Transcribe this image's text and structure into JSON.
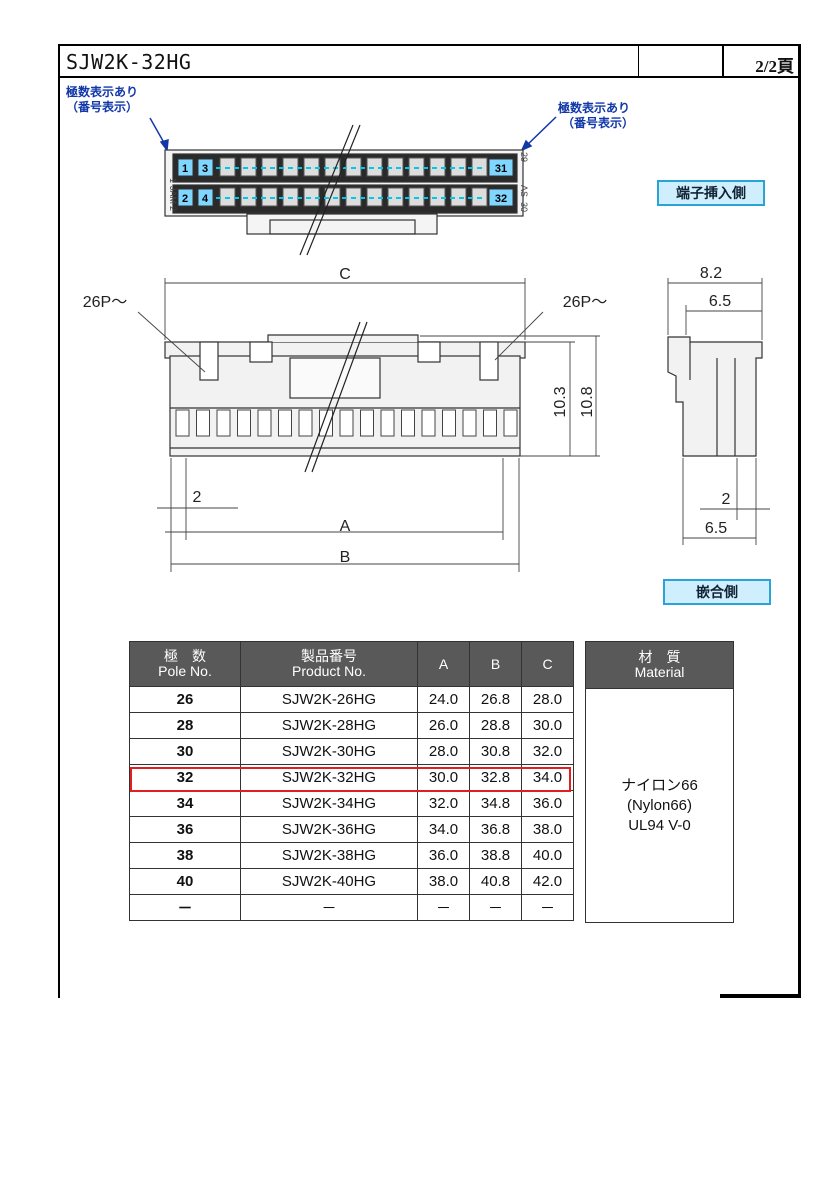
{
  "header": {
    "title": "SJW2K-32HG",
    "page": "2/2頁"
  },
  "notes": {
    "left": [
      "極数表示あり",
      "（番号表示）"
    ],
    "right": [
      "極数表示あり",
      "（番号表示）"
    ]
  },
  "labels": {
    "terminal_side": "端子挿入側",
    "mating_side": "嵌合側"
  },
  "connector_numbers": {
    "top_left_a": "1",
    "top_left_b": "3",
    "bottom_left_a": "2",
    "bottom_left_b": "4",
    "top_right": "31",
    "bottom_right": "32"
  },
  "side_text": {
    "left": "JAM",
    "left_top": "1",
    "left_bottom": "2",
    "right_top": "29",
    "right_bottom": "30",
    "right_mid": "AS"
  },
  "dims": {
    "C": "C",
    "A": "A",
    "B": "B",
    "p26_left": "26P～",
    "p26_right": "26P～",
    "h1": "10.3",
    "h2": "10.8",
    "pitch": "2",
    "side_w1": "8.2",
    "side_w2": "6.5",
    "side_w3": "2",
    "side_w4": "6.5"
  },
  "table": {
    "headers": {
      "pole_jp": "極　数",
      "pole_en": "Pole No.",
      "product_jp": "製品番号",
      "product_en": "Product No.",
      "a": "A",
      "b": "B",
      "c": "C"
    },
    "rows": [
      {
        "pole": "26",
        "product": "SJW2K-26HG",
        "a": "24.0",
        "b": "26.8",
        "c": "28.0"
      },
      {
        "pole": "28",
        "product": "SJW2K-28HG",
        "a": "26.0",
        "b": "28.8",
        "c": "30.0"
      },
      {
        "pole": "30",
        "product": "SJW2K-30HG",
        "a": "28.0",
        "b": "30.8",
        "c": "32.0"
      },
      {
        "pole": "32",
        "product": "SJW2K-32HG",
        "a": "30.0",
        "b": "32.8",
        "c": "34.0"
      },
      {
        "pole": "34",
        "product": "SJW2K-34HG",
        "a": "32.0",
        "b": "34.8",
        "c": "36.0"
      },
      {
        "pole": "36",
        "product": "SJW2K-36HG",
        "a": "34.0",
        "b": "36.8",
        "c": "38.0"
      },
      {
        "pole": "38",
        "product": "SJW2K-38HG",
        "a": "36.0",
        "b": "38.8",
        "c": "40.0"
      },
      {
        "pole": "40",
        "product": "SJW2K-40HG",
        "a": "38.0",
        "b": "40.8",
        "c": "42.0"
      },
      {
        "pole": "－",
        "product": "－",
        "a": "－",
        "b": "－",
        "c": "－"
      }
    ],
    "highlight_pole": "32"
  },
  "material": {
    "header_jp": "材　質",
    "header_en": "Material",
    "lines": [
      "ナイロン66",
      "(Nylon66)",
      "UL94 V-0"
    ]
  }
}
